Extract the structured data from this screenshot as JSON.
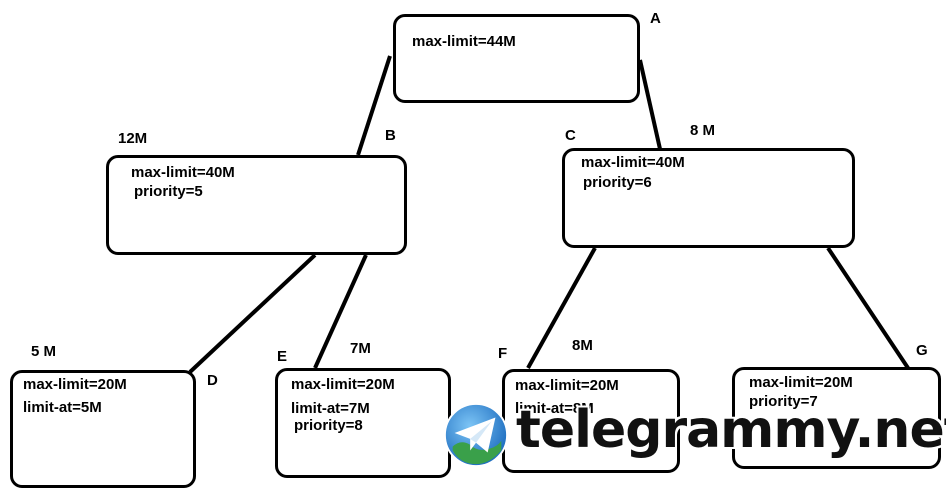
{
  "nodes": {
    "A": {
      "label": "A",
      "lines": [
        "max-limit=44M"
      ]
    },
    "B": {
      "label": "B",
      "rate": "12M",
      "lines": [
        "max-limit=40M",
        "priority=5"
      ]
    },
    "C": {
      "label": "C",
      "rate": "8 M",
      "lines": [
        "max-limit=40M",
        "priority=6"
      ]
    },
    "D": {
      "label": "D",
      "rate": "5 M",
      "lines": [
        "max-limit=20M",
        "limit-at=5M"
      ]
    },
    "E": {
      "label": "E",
      "rate": "7M",
      "lines": [
        "max-limit=20M",
        "limit-at=7M",
        "priority=8"
      ]
    },
    "F": {
      "label": "F",
      "rate": "8M",
      "lines": [
        "max-limit=20M",
        "limit-at=8M"
      ]
    },
    "G": {
      "label": "G",
      "lines": [
        "max-limit=20M",
        "priority=7"
      ]
    }
  },
  "watermark": {
    "text": "telegrammy.net",
    "icon": "telegram-plane-icon",
    "colors": {
      "globe": "#2a7fd4",
      "plane": "#ffffff",
      "land": "#3aa04a"
    }
  }
}
